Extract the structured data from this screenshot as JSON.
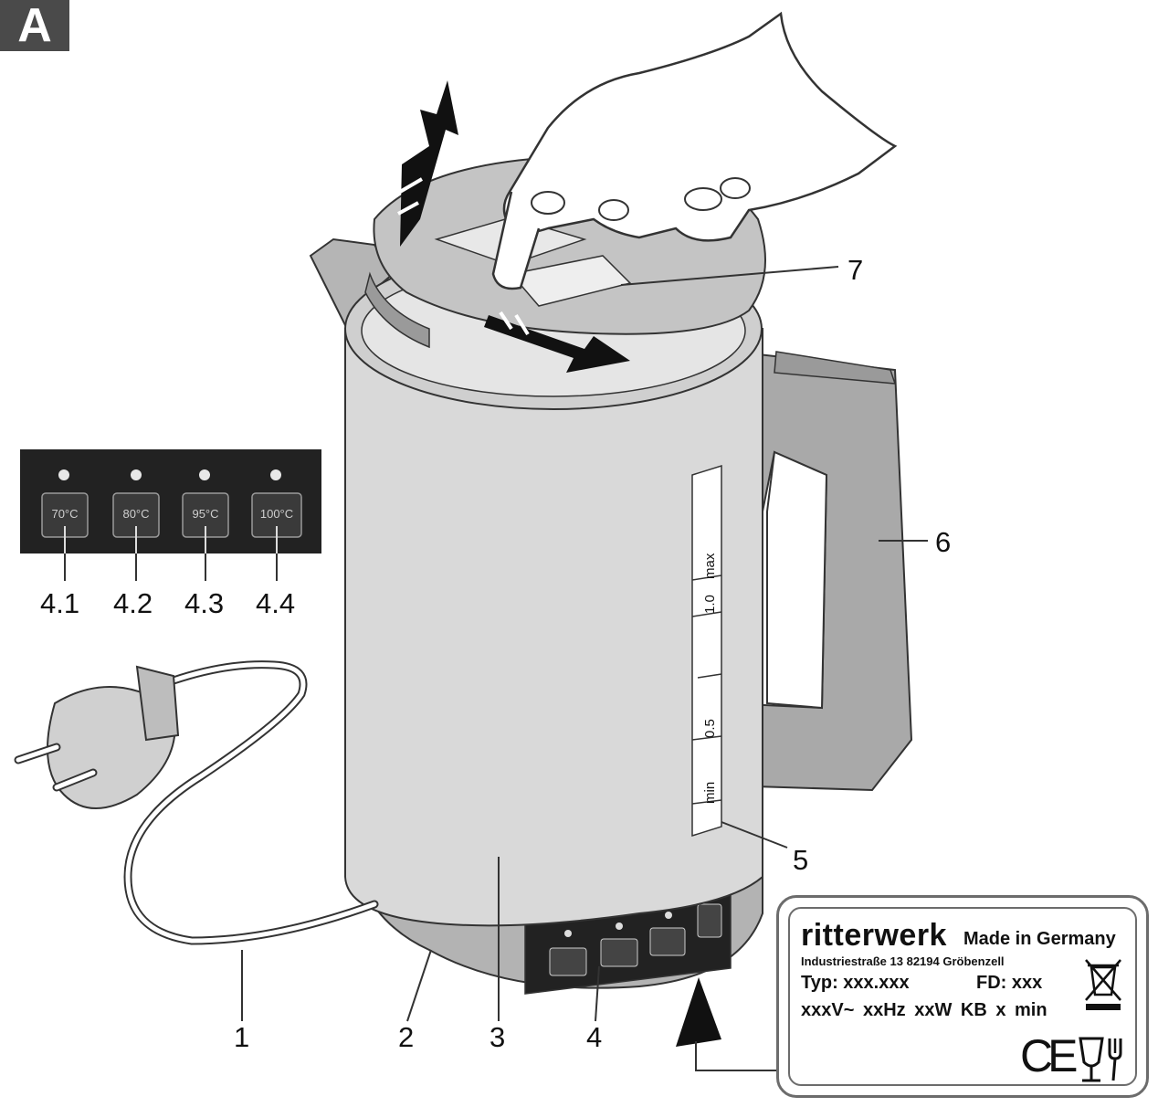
{
  "figure_label": "A",
  "callouts": {
    "c1": "1",
    "c2": "2",
    "c3": "3",
    "c4": "4",
    "c5": "5",
    "c6": "6",
    "c7": "7"
  },
  "control_panel": {
    "buttons": [
      "70°C",
      "80°C",
      "95°C",
      "100°C"
    ],
    "labels": [
      "4.1",
      "4.2",
      "4.3",
      "4.4"
    ]
  },
  "scale": {
    "max": "max",
    "full": "1.0",
    "half": "0.5",
    "min": "min"
  },
  "rating_plate": {
    "brand": "ritterwerk",
    "origin": "Made in Germany",
    "address": "Industriestraße 13  82194 Gröbenzell",
    "type": "Typ: xxx.xxx",
    "fd": "FD: xxx",
    "spec": "xxxV~ xxHz xxW KB x min",
    "ce_mark": "CE"
  },
  "colors": {
    "kettle_body": "#d9d9d9",
    "kettle_dark": "#a9a9a9",
    "panel_bg": "#222222",
    "line": "#333333"
  }
}
